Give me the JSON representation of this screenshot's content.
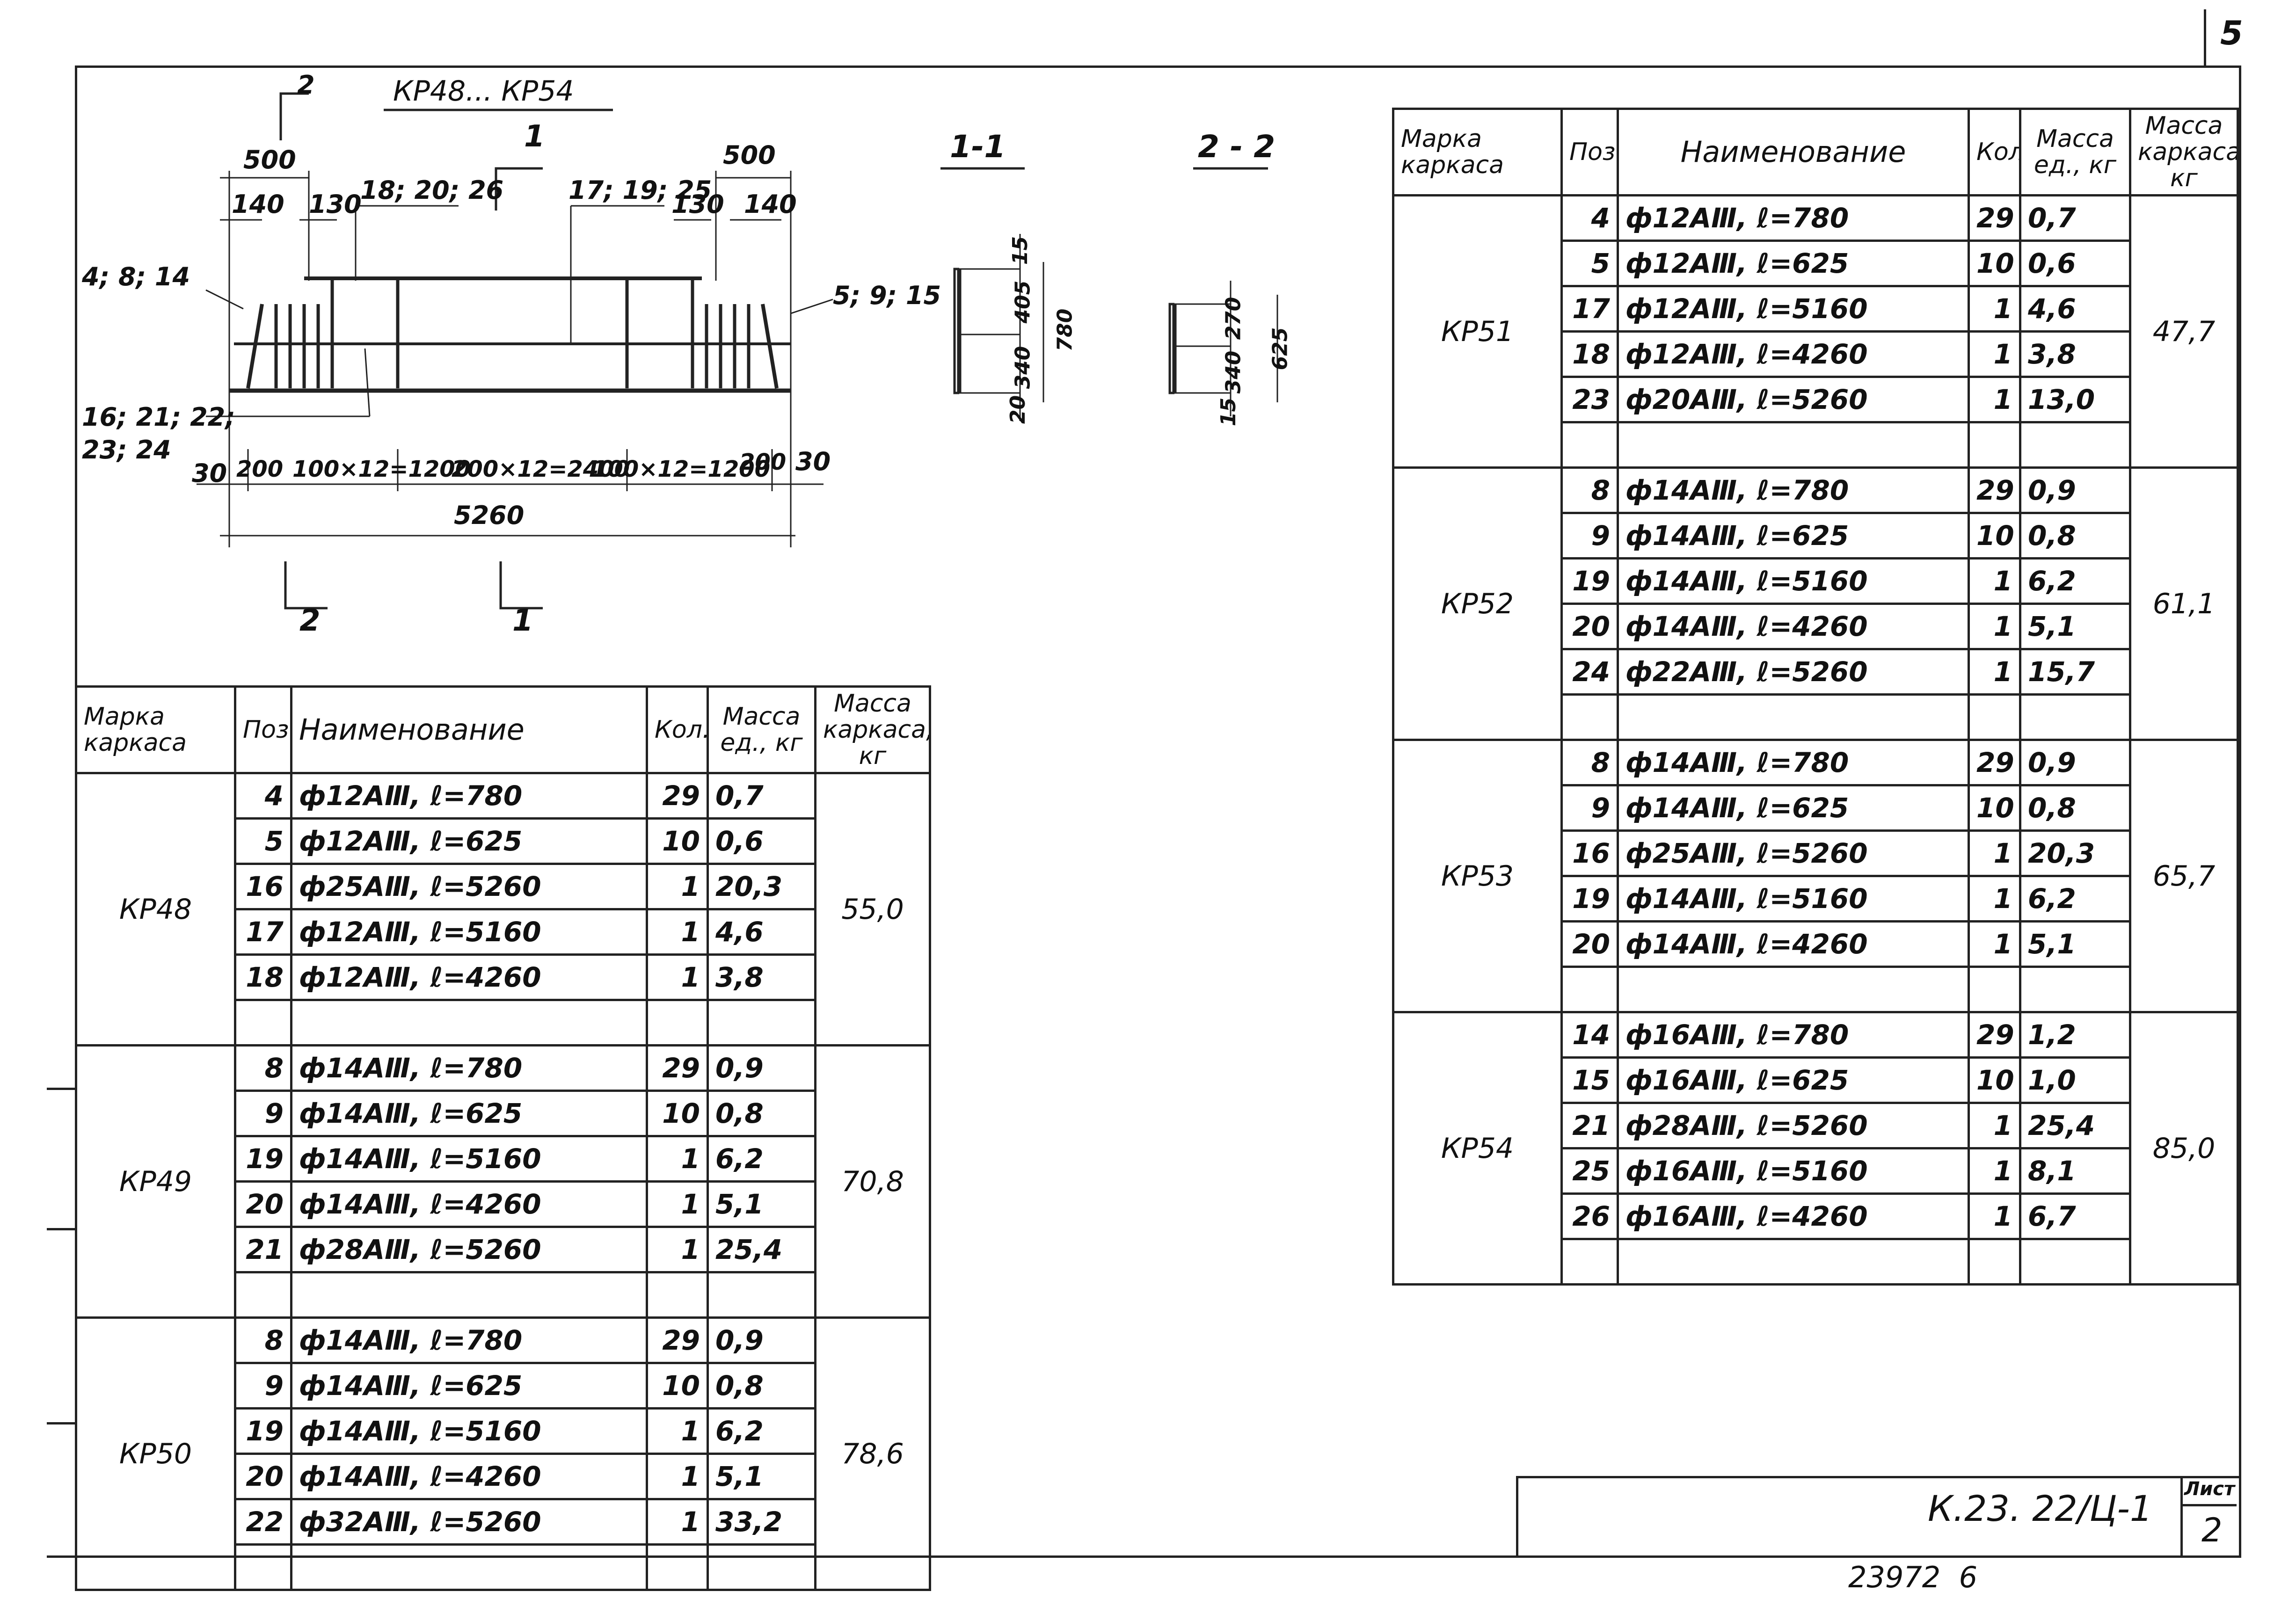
{
  "sheet": {
    "page_number": "5",
    "code": "К.23. 22/Ц-1",
    "sheet_label": "Лист",
    "sheet_number": "2",
    "archive_number": "23972  6"
  },
  "drawing": {
    "title": "КР48... КР54",
    "section_1": "1-1",
    "section_2": "2 - 2",
    "cut_2_top": "2",
    "cut_1_top": "1",
    "cut_2_bottom": "2",
    "cut_1_bottom": "1",
    "dims": {
      "left_500": "500",
      "right_500": "500",
      "d140_left": "140",
      "d130_left": "130",
      "pos_18_20_26": "18; 20; 26",
      "pos_17_19_25": "17; 19; 25",
      "d130_right": "130",
      "d140_right": "140",
      "pos_4_8_14": "4; 8; 14",
      "pos_5_9_15": "5; 9; 15",
      "pos_16_21_22": "16; 21; 22;",
      "pos_23_24": "23; 24",
      "d30_left": "30",
      "d200_left": "200",
      "d100x12_left": "100×12=1200",
      "d200x12": "200×12=2400",
      "d100x12_right": "100×12=1200",
      "d200_right": "200",
      "d30_right": "30",
      "total": "5260",
      "s1_15": "15",
      "s1_405": "405",
      "s1_340": "340",
      "s1_20": "20",
      "s1_780": "780",
      "s2_270": "270",
      "s2_340": "340",
      "s2_15": "15",
      "s2_625": "625"
    }
  },
  "headers": {
    "mark": "Марка каркаса",
    "pos": "Поз.",
    "name": "Наименование",
    "qty": "Кол.",
    "unit_mass": "Масса ед., кг",
    "frame_mass": "Масса каркаса, кг"
  },
  "left_table": [
    {
      "mark": "КР48",
      "mass": "55,0",
      "rows": [
        {
          "pos": "4",
          "name": "ф12АⅢ, ℓ=780",
          "qty": "29",
          "unit": "0,7"
        },
        {
          "pos": "5",
          "name": "ф12АⅢ, ℓ=625",
          "qty": "10",
          "unit": "0,6"
        },
        {
          "pos": "16",
          "name": "ф25АⅢ, ℓ=5260",
          "qty": "1",
          "unit": "20,3"
        },
        {
          "pos": "17",
          "name": "ф12АⅢ, ℓ=5160",
          "qty": "1",
          "unit": "4,6"
        },
        {
          "pos": "18",
          "name": "ф12АⅢ, ℓ=4260",
          "qty": "1",
          "unit": "3,8"
        }
      ]
    },
    {
      "mark": "КР49",
      "mass": "70,8",
      "rows": [
        {
          "pos": "8",
          "name": "ф14АⅢ, ℓ=780",
          "qty": "29",
          "unit": "0,9"
        },
        {
          "pos": "9",
          "name": "ф14АⅢ, ℓ=625",
          "qty": "10",
          "unit": "0,8"
        },
        {
          "pos": "19",
          "name": "ф14АⅢ, ℓ=5160",
          "qty": "1",
          "unit": "6,2"
        },
        {
          "pos": "20",
          "name": "ф14АⅢ, ℓ=4260",
          "qty": "1",
          "unit": "5,1"
        },
        {
          "pos": "21",
          "name": "ф28АⅢ, ℓ=5260",
          "qty": "1",
          "unit": "25,4"
        }
      ]
    },
    {
      "mark": "КР50",
      "mass": "78,6",
      "rows": [
        {
          "pos": "8",
          "name": "ф14АⅢ, ℓ=780",
          "qty": "29",
          "unit": "0,9"
        },
        {
          "pos": "9",
          "name": "ф14АⅢ, ℓ=625",
          "qty": "10",
          "unit": "0,8"
        },
        {
          "pos": "19",
          "name": "ф14АⅢ, ℓ=5160",
          "qty": "1",
          "unit": "6,2"
        },
        {
          "pos": "20",
          "name": "ф14АⅢ, ℓ=4260",
          "qty": "1",
          "unit": "5,1"
        },
        {
          "pos": "22",
          "name": "ф32АⅢ, ℓ=5260",
          "qty": "1",
          "unit": "33,2"
        }
      ]
    }
  ],
  "right_table": [
    {
      "mark": "КР51",
      "mass": "47,7",
      "rows": [
        {
          "pos": "4",
          "name": "ф12АⅢ, ℓ=780",
          "qty": "29",
          "unit": "0,7"
        },
        {
          "pos": "5",
          "name": "ф12АⅢ, ℓ=625",
          "qty": "10",
          "unit": "0,6"
        },
        {
          "pos": "17",
          "name": "ф12АⅢ, ℓ=5160",
          "qty": "1",
          "unit": "4,6"
        },
        {
          "pos": "18",
          "name": "ф12АⅢ, ℓ=4260",
          "qty": "1",
          "unit": "3,8"
        },
        {
          "pos": "23",
          "name": "ф20АⅢ, ℓ=5260",
          "qty": "1",
          "unit": "13,0"
        }
      ]
    },
    {
      "mark": "КР52",
      "mass": "61,1",
      "rows": [
        {
          "pos": "8",
          "name": "ф14АⅢ, ℓ=780",
          "qty": "29",
          "unit": "0,9"
        },
        {
          "pos": "9",
          "name": "ф14АⅢ, ℓ=625",
          "qty": "10",
          "unit": "0,8"
        },
        {
          "pos": "19",
          "name": "ф14АⅢ, ℓ=5160",
          "qty": "1",
          "unit": "6,2"
        },
        {
          "pos": "20",
          "name": "ф14АⅢ, ℓ=4260",
          "qty": "1",
          "unit": "5,1"
        },
        {
          "pos": "24",
          "name": "ф22АⅢ, ℓ=5260",
          "qty": "1",
          "unit": "15,7"
        }
      ]
    },
    {
      "mark": "КР53",
      "mass": "65,7",
      "rows": [
        {
          "pos": "8",
          "name": "ф14АⅢ, ℓ=780",
          "qty": "29",
          "unit": "0,9"
        },
        {
          "pos": "9",
          "name": "ф14АⅢ, ℓ=625",
          "qty": "10",
          "unit": "0,8"
        },
        {
          "pos": "16",
          "name": "ф25АⅢ, ℓ=5260",
          "qty": "1",
          "unit": "20,3"
        },
        {
          "pos": "19",
          "name": "ф14АⅢ, ℓ=5160",
          "qty": "1",
          "unit": "6,2"
        },
        {
          "pos": "20",
          "name": "ф14АⅢ, ℓ=4260",
          "qty": "1",
          "unit": "5,1"
        }
      ]
    },
    {
      "mark": "КР54",
      "mass": "85,0",
      "rows": [
        {
          "pos": "14",
          "name": "ф16АⅢ, ℓ=780",
          "qty": "29",
          "unit": "1,2"
        },
        {
          "pos": "15",
          "name": "ф16АⅢ, ℓ=625",
          "qty": "10",
          "unit": "1,0"
        },
        {
          "pos": "21",
          "name": "ф28АⅢ, ℓ=5260",
          "qty": "1",
          "unit": "25,4"
        },
        {
          "pos": "25",
          "name": "ф16АⅢ, ℓ=5160",
          "qty": "1",
          "unit": "8,1"
        },
        {
          "pos": "26",
          "name": "ф16АⅢ, ℓ=4260",
          "qty": "1",
          "unit": "6,7"
        }
      ]
    }
  ]
}
